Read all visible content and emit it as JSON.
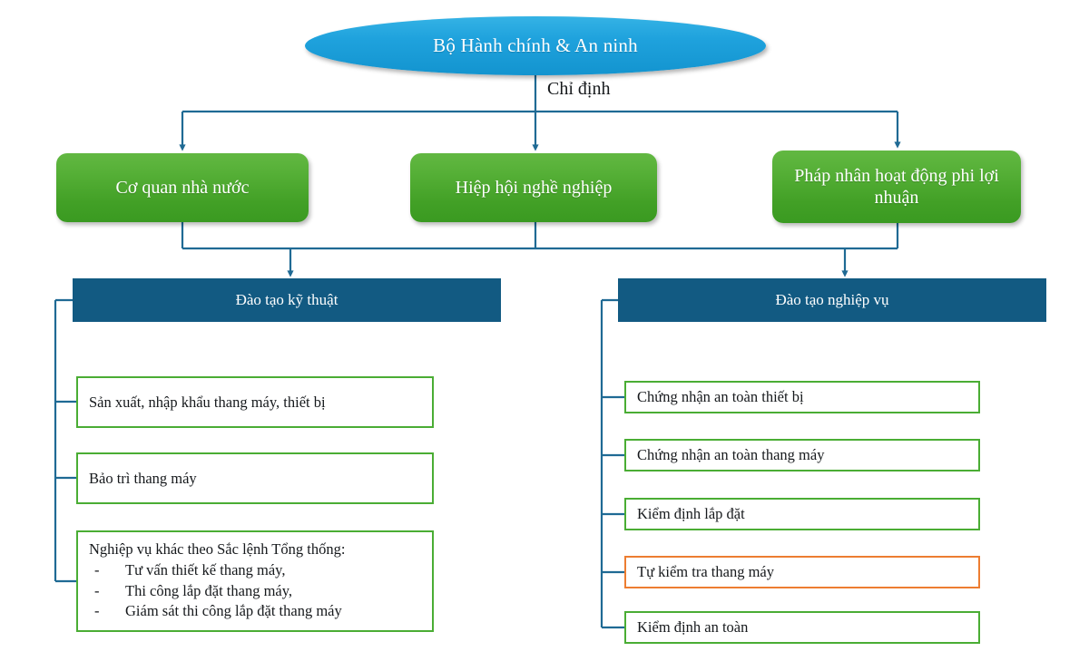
{
  "diagram": {
    "title": "Bộ Hành chính & An ninh",
    "edge_label": "Chỉ định",
    "agencies": [
      {
        "label": "Cơ quan nhà nước"
      },
      {
        "label": "Hiệp hội nghề nghiệp"
      },
      {
        "label": "Pháp nhân hoạt động phi lợi nhuận"
      }
    ],
    "sections": [
      {
        "header": "Đào tạo kỹ thuật",
        "items": [
          {
            "label": "Sản xuất, nhập khẩu thang máy, thiết bị",
            "accent": "green"
          },
          {
            "label": "Bảo trì thang máy",
            "accent": "green"
          },
          {
            "label": "Nghiệp vụ khác theo Sắc lệnh Tổng thống:",
            "accent": "green",
            "bullets": [
              "Tư vấn thiết kế thang máy,",
              "Thi công lắp đặt thang máy,",
              "Giám sát thi công lắp đặt thang máy"
            ],
            "bullet_marker": "-"
          }
        ]
      },
      {
        "header": "Đào tạo nghiệp vụ",
        "items": [
          {
            "label": "Chứng nhận an toàn thiết bị",
            "accent": "green"
          },
          {
            "label": "Chứng nhận an toàn thang máy",
            "accent": "green"
          },
          {
            "label": "Kiểm định lắp đặt",
            "accent": "green"
          },
          {
            "label": "Tự kiểm tra thang máy",
            "accent": "orange"
          },
          {
            "label": "Kiểm định an toàn",
            "accent": "green"
          }
        ]
      }
    ],
    "colors": {
      "root_fill": "#1fa2dd",
      "agency_fill": "#4aa82c",
      "section_header_fill": "#125a82",
      "connector": "#1f6a94",
      "leaf_border_green": "#4aad34",
      "leaf_border_orange": "#ed7d31",
      "text_dark": "#16191c",
      "text_light": "#ffffff"
    }
  }
}
